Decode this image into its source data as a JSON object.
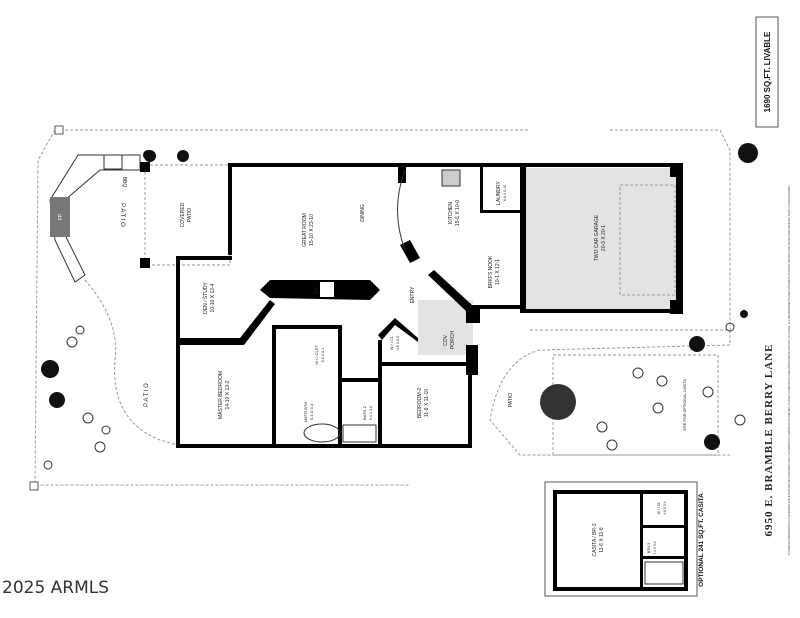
{
  "plan": {
    "livable_area": "1690 SQ.FT. LIVABLE",
    "address": "6950 E. BRAMBLE BERRY LANE",
    "disclaimer": "FLOORPLANS/RENDERING IS INTENDED FOR ILLUSTRATIVE PURPOSES ONLY. NO WARRANTY, EXPRESS OR IMPLIED, IS GIVEN. DIMENSIONS ARE APPROXIMATE AND NOT TO SCALE. ALL MEASUREMENTS ARE INTENDED TO ASSIST BUYERS AND SHOULD BE VERIFIED. SQ.FT. IS APPROXIMATE.",
    "rooms": {
      "patio_left": "P A T I O",
      "bbq": "BBQ",
      "fp_outdoor": "FP",
      "covered_patio_1": "COVERED",
      "covered_patio_2": "PATIO",
      "great_room": "GREAT ROOM",
      "great_room_dim": "15-10 X 23-10",
      "dining": "DINING",
      "kitchen": "KITCHEN",
      "kitchen_dim": "15-6 X 10-0",
      "laundry": "LAUNDRY",
      "laundry_dim": "6-8 X 6-10",
      "brkfst": "BRKFS NOOK",
      "brkfst_dim": "10-1 X 12-1",
      "garage": "TWO CAR GARAGE",
      "garage_dim": "20-3 X 20-1",
      "den": "DEN / STUDY",
      "den_dim": "10-10 X 12-4",
      "fp_indoor": "FP",
      "entry": "ENTRY",
      "cov_porch_1": "COV.",
      "cov_porch_2": "PORCH",
      "wi_cl": "W / I CL",
      "wi_cl_dim": "4-6 X 6-0",
      "wi_clst": "W / I CLST",
      "wi_clst_dim": "6-6 X 6-1",
      "master_bedroom": "MASTER BEDROOM",
      "master_bedroom_dim": "14-10 X 13-2",
      "mstr_bth": "MSTR BTH",
      "mstr_bth_dim": "9-4 X 9-4",
      "bath2": "BATH-2",
      "bath2_dim": "9-4 X 5-0",
      "bedroom2": "BEDROOM-2",
      "bedroom2_dim": "11-9 X 11-10",
      "patio_bottom": "P A T I O",
      "patio_right": "PATIO",
      "casita_site": "SITE FOR OPTIONAL CASITA"
    },
    "casita": {
      "title": "OPTIONAL 241 SQ.FT. CASITA",
      "room": "CASITA / BR-3",
      "room_dim": "11-6 X 11-8",
      "wi_cl": "W / I CL",
      "wi_cl_dim": "4-6 X 5-4",
      "bath": "BTH-3",
      "bath_dim": "7-4 X 5-4"
    }
  },
  "watermark": "2025 ARMLS",
  "colors": {
    "wall": "#000000",
    "covered_fill": "#e3e3e3",
    "fireplace": "#777777",
    "tree": "#111111"
  }
}
